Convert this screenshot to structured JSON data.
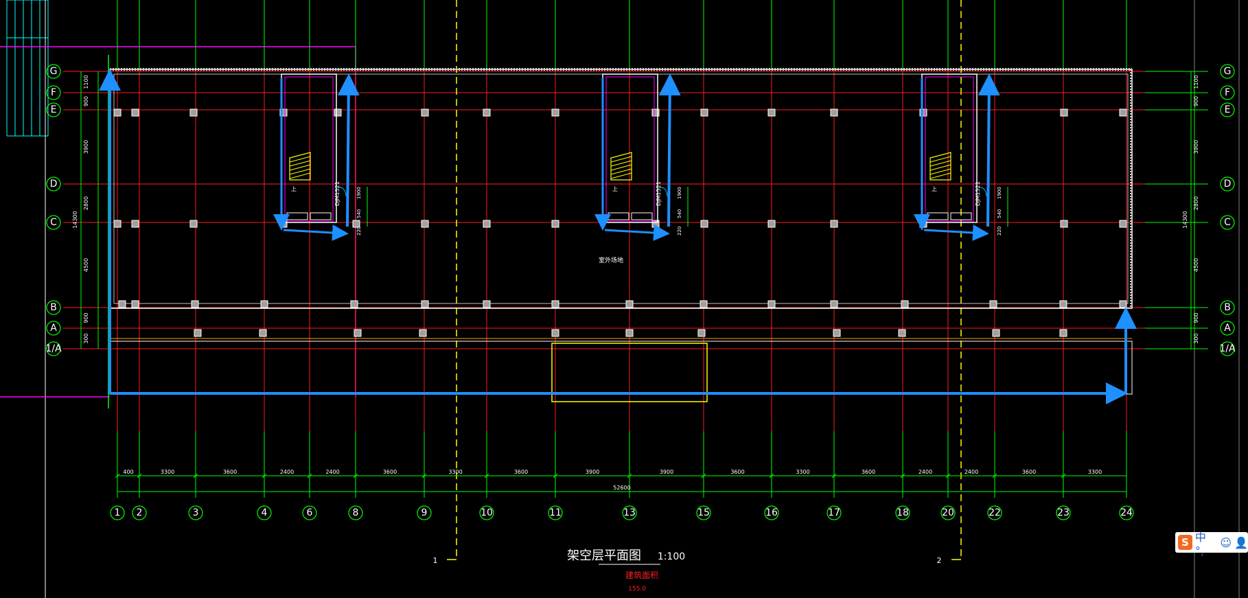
{
  "drawing": {
    "title": "架空层平面图",
    "scale": "1:100",
    "subtitle": "建筑面积",
    "subtitle_small": "155.0",
    "section_marks": [
      "1",
      "2"
    ],
    "room_label": "室外场地",
    "door_labels": [
      "DJM1521",
      "DJM1521",
      "DJM1521"
    ],
    "stair_label": "上"
  },
  "grid_columns": [
    "1",
    "2",
    "3",
    "4",
    "6",
    "8",
    "9",
    "10",
    "11",
    "13",
    "15",
    "16",
    "17",
    "18",
    "20",
    "22",
    "23",
    "24"
  ],
  "grid_rows": [
    "G",
    "F",
    "E",
    "D",
    "C",
    "B",
    "A",
    "1/A"
  ],
  "dimensions_horizontal": [
    "400",
    "3300",
    "3600",
    "2400",
    "2400",
    "3600",
    "3300",
    "3600",
    "3900",
    "3900",
    "3600",
    "3300",
    "3600",
    "2400",
    "2400",
    "3600",
    "3300"
  ],
  "total_dimension": "52600",
  "dimensions_vertical": [
    "1100",
    "900",
    "3900",
    "2800",
    "4500",
    "900",
    "300"
  ],
  "dimensions_vertical_total": "14300",
  "stair_dims": [
    "1900",
    "540",
    "220"
  ],
  "ime_bar": {
    "logo": "S",
    "text": "中 °,",
    "icons": [
      "smiley-icon",
      "user-icon"
    ]
  },
  "colors": {
    "background": "#000000",
    "grid_red": "#ff1a1a",
    "grid_green": "#00ff00",
    "wall_white": "#ffffff",
    "magenta": "#ff00ff",
    "yellow": "#ffff00",
    "arrow_blue": "#1e90ff",
    "table_cyan": "#00ffff"
  }
}
